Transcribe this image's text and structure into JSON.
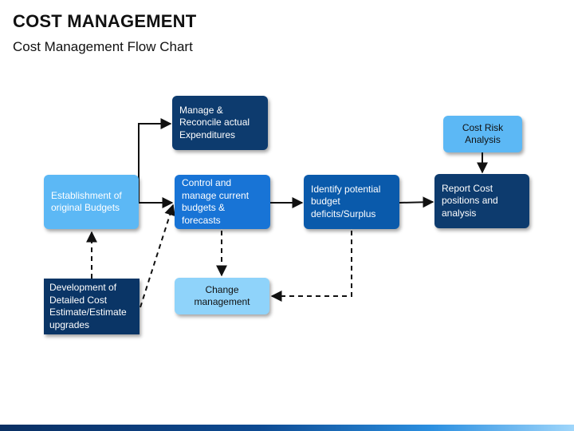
{
  "header": {
    "title": "COST MANAGEMENT",
    "subtitle": "Cost Management Flow Chart"
  },
  "colors": {
    "dark_navy": "#0d3b6e",
    "medium_blue": "#1874d6",
    "light_blue": "#5cb8f5",
    "pale_blue": "#8fd3fa"
  },
  "nodes": {
    "manage_reconcile": "Manage &\nReconcile actual\nExpenditures",
    "establishment": "Establishment of\noriginal Budgets",
    "control_manage": "Control and\nmanage current\nbudgets & forecasts",
    "identify": "Identify potential\nbudget\ndeficits/Surplus",
    "cost_risk": "Cost Risk\nAnalysis",
    "report": "Report Cost\npositions and\nanalysis",
    "development": "Development of\nDetailed Cost\nEstimate/Estimate\nupgrades",
    "change": "Change\nmanagement"
  }
}
